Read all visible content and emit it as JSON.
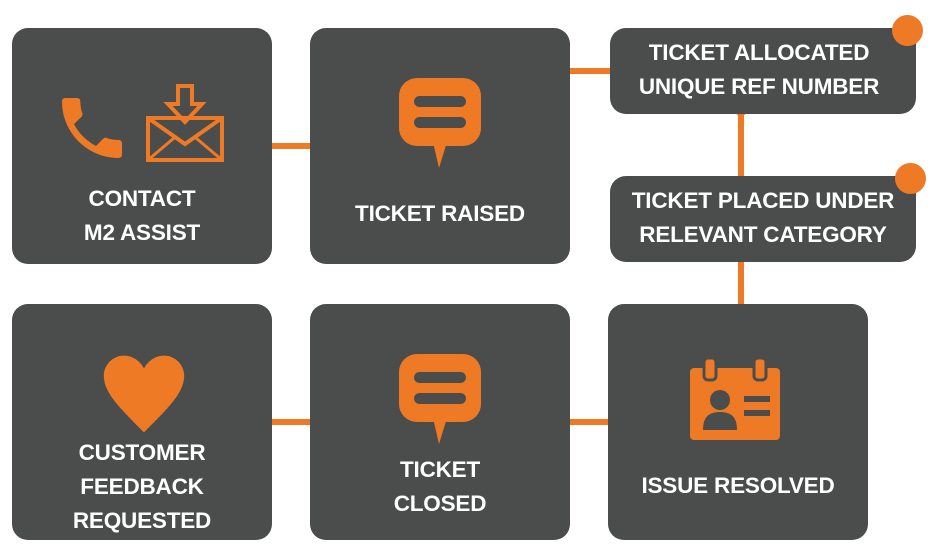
{
  "diagram": {
    "accent_color": "#ee7a25",
    "box_color": "#4b4d4d",
    "text_color": "#ffffff",
    "steps": [
      {
        "id": "contact",
        "lines": [
          "CONTACT",
          "M2 ASSIST"
        ],
        "icons": [
          "phone-icon",
          "email-download-icon"
        ]
      },
      {
        "id": "raised",
        "lines": [
          "TICKET RAISED"
        ],
        "icons": [
          "chat-bubble-icon"
        ]
      },
      {
        "id": "allocated",
        "lines": [
          "TICKET ALLOCATED",
          "UNIQUE REF NUMBER"
        ],
        "icons": []
      },
      {
        "id": "placed",
        "lines": [
          "TICKET PLACED UNDER",
          "RELEVANT CATEGORY"
        ],
        "icons": []
      },
      {
        "id": "resolved",
        "lines": [
          "ISSUE RESOLVED"
        ],
        "icons": [
          "id-card-icon"
        ]
      },
      {
        "id": "closed",
        "lines": [
          "TICKET",
          "CLOSED"
        ],
        "icons": [
          "chat-bubble-icon"
        ]
      },
      {
        "id": "feedback",
        "lines": [
          "CUSTOMER",
          "FEEDBACK",
          "REQUESTED"
        ],
        "icons": [
          "heart-icon"
        ]
      }
    ]
  }
}
